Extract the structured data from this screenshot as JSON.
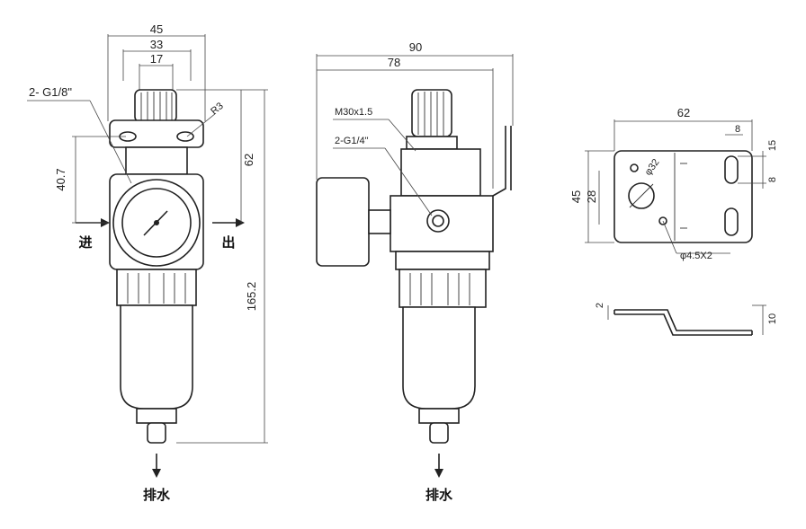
{
  "front_view": {
    "dim_width_outer": "45",
    "dim_width_mid": "33",
    "dim_width_knob": "17",
    "dim_port_height": "40.7",
    "dim_upper_height": "62",
    "dim_total_height": "165.2",
    "label_ports": "2- G1/8\"",
    "label_radius": "R3",
    "label_in": "进",
    "label_out": "出",
    "label_drain": "排水"
  },
  "side_view": {
    "dim_total_width": "90",
    "dim_width_78": "78",
    "label_thread": "M30x1.5",
    "label_gauge_port": "2-G1/4\"",
    "label_drain": "排水"
  },
  "bracket_view": {
    "dim_width": "62",
    "dim_slot": "8",
    "dim_slot_h": "15",
    "dim_8": "8",
    "dim_height_45": "45",
    "dim_height_28": "28",
    "dim_hole_dia": "φ32",
    "dim_holes": "φ4.5X2",
    "dim_thickness": "2",
    "dim_depth": "10"
  }
}
